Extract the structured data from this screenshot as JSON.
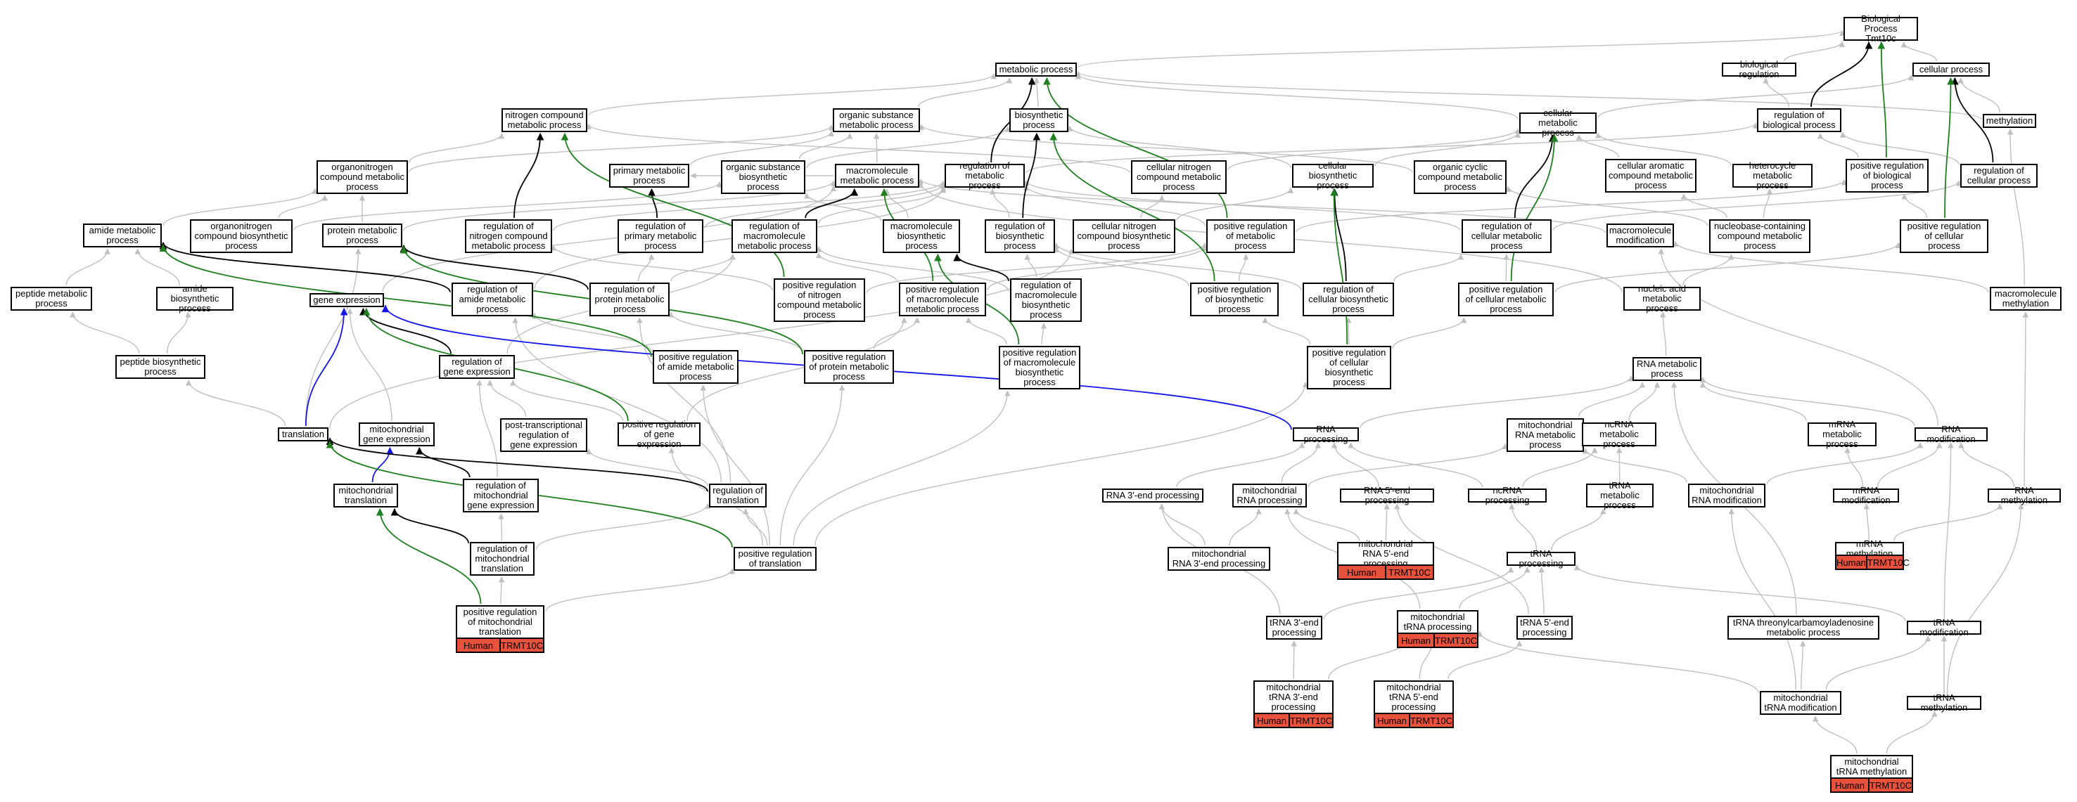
{
  "colors": {
    "edge_gray": "#c0c0c0",
    "edge_black": "#000000",
    "edge_green": "#1f7f1f",
    "edge_blue": "#1515ee",
    "tag_fill": "#e8513b"
  },
  "nodes": {
    "bp": "Biological Process\nTmt10c",
    "metabolic": "metabolic process",
    "bioreg": "biological regulation",
    "cellproc": "cellular process",
    "nitro": "nitrogen compound\nmetabolic process",
    "orgsub": "organic substance\nmetabolic process",
    "biosyn": "biosynthetic\nprocess",
    "cellmet": "cellular metabolic\nprocess",
    "regbio": "regulation of\nbiological process",
    "methylation": "methylation",
    "orgnitro": "organonitrogen\ncompound metabolic\nprocess",
    "primary": "primary metabolic\nprocess",
    "orgsubbio": "organic substance\nbiosynthetic\nprocess",
    "macromet": "macromolecule\nmetabolic process",
    "regmet": "regulation of\nmetabolic process",
    "cellnitro": "cellular nitrogen\ncompound metabolic\nprocess",
    "cellbio": "cellular biosynthetic\nprocess",
    "orgcyc": "organic cyclic\ncompound metabolic\nprocess",
    "cellarom": "cellular aromatic\ncompound metabolic\nprocess",
    "hetero": "heterocycle\nmetabolic process",
    "posregbio": "positive regulation\nof biological\nprocess",
    "regcell": "regulation of\ncellular process",
    "amidemet": "amide metabolic\nprocess",
    "orgnitrobio": "organonitrogen\ncompound biosynthetic\nprocess",
    "protmet": "protein metabolic\nprocess",
    "regnitro": "regulation of\nnitrogen compound\nmetabolic process",
    "regprim": "regulation of\nprimary metabolic\nprocess",
    "regmacro": "regulation of\nmacromolecule\nmetabolic process",
    "macrobio": "macromolecule\nbiosynthetic\nprocess",
    "regbiosyn": "regulation of\nbiosynthetic\nprocess",
    "cellnitrobio": "cellular nitrogen\ncompound biosynthetic\nprocess",
    "posregmet": "positive regulation\nof metabolic\nprocess",
    "regcellmet": "regulation of\ncellular metabolic\nprocess",
    "macromod": "macromolecule\nmodification",
    "nucleobase": "nucleobase-containing\ncompound metabolic\nprocess",
    "posregcell": "positive regulation\nof cellular\nprocess",
    "peptidemet": "peptide metabolic\nprocess",
    "amidebio": "amide biosynthetic\nprocess",
    "regamide": "regulation of\namide metabolic\nprocess",
    "regprot": "regulation of\nprotein metabolic\nprocess",
    "posregnitro": "positive regulation\nof nitrogen\ncompound metabolic\nprocess",
    "posregmacromet": "positive regulation\nof macromolecule\nmetabolic process",
    "regmacrobio": "regulation of\nmacromolecule\nbiosynthetic\nprocess",
    "posregbiosyn": "positive regulation\nof biosynthetic\nprocess",
    "regcellbio": "regulation of\ncellular biosynthetic\nprocess",
    "posregcellmet": "positive regulation\nof cellular metabolic\nprocess",
    "nucleic": "nucleic acid\nmetabolic process",
    "macromethyl": "macromolecule\nmethylation",
    "geneexp": "gene expression",
    "peptidebio": "peptide biosynthetic\nprocess",
    "reggene": "regulation of\ngene expression",
    "posregamide": "positive regulation\nof amide metabolic\nprocess",
    "posregprot": "positive regulation\nof protein metabolic\nprocess",
    "posregmacrobio": "positive regulation\nof macromolecule\nbiosynthetic\nprocess",
    "posregcellbio": "positive regulation\nof cellular\nbiosynthetic\nprocess",
    "rnamet": "RNA metabolic\nprocess",
    "translation": "translation",
    "mitogene": "mitochondrial\ngene expression",
    "posttrans": "post-transcriptional\nregulation of\ngene expression",
    "posreggene": "positive regulation\nof gene expression",
    "rnaproc": "RNA processing",
    "mitornamet": "mitochondrial\nRNA metabolic\nprocess",
    "ncrnamet": "ncRNA metabolic\nprocess",
    "mrnamet": "mRNA metabolic\nprocess",
    "rnamod": "RNA modification",
    "mitotrans": "mitochondrial\ntranslation",
    "regmitogene": "regulation of\nmitochondrial\ngene expression",
    "regtrans": "regulation of\ntranslation",
    "rna3": "RNA 3'-end processing",
    "mitorna": "mitochondrial\nRNA processing",
    "rna5": "RNA 5'-end processing",
    "ncrnaproc": "ncRNA processing",
    "trnamet": "tRNA metabolic\nprocess",
    "mitornamod": "mitochondrial\nRNA modification",
    "mrnamod": "mRNA modification",
    "rnamethyl": "RNA methylation",
    "regmitotrans": "regulation of\nmitochondrial\ntranslation",
    "posregtrans": "positive regulation\nof translation",
    "mitorna3": "mitochondrial\nRNA 3'-end processing",
    "mitorna5": "mitochondrial\nRNA 5'-end processing",
    "trnaproc": "tRNA processing",
    "mrnamethyl": "mRNA methylation",
    "posregmitotrans": "positive regulation\nof mitochondrial\ntranslation",
    "trna3": "tRNA 3'-end\nprocessing",
    "mitotrnaproc": "mitochondrial\ntRNA processing",
    "trna5": "tRNA 5'-end\nprocessing",
    "threonyl": "tRNA threonylcarbamoyladenosine\nmetabolic process",
    "trnamod": "tRNA modification",
    "mitotrna3": "mitochondrial\ntRNA 3'-end\nprocessing",
    "mitotrna5": "mitochondrial\ntRNA 5'-end\nprocessing",
    "mitotrnamod": "mitochondrial\ntRNA modification",
    "trnamethyl": "tRNA methylation",
    "mitotrnamethyl": "mitochondrial\ntRNA methylation"
  },
  "tags": {
    "species": "Human",
    "gene": "TRMT10C"
  }
}
